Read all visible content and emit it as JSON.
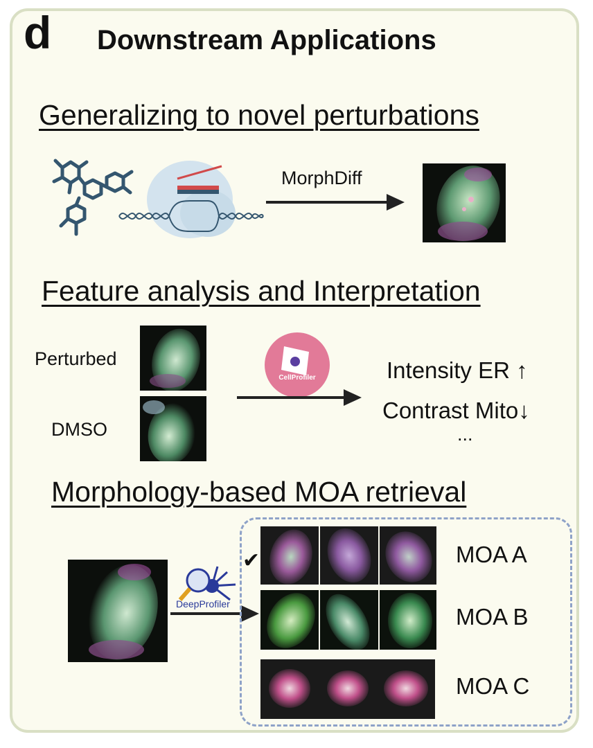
{
  "panel": {
    "letter": "d",
    "title": "Downstream Applications"
  },
  "section1": {
    "heading": "Generalizing to novel perturbations",
    "arrow_label": "MorphDiff"
  },
  "section2": {
    "heading": "Feature analysis and Interpretation",
    "row_labels": [
      "Perturbed",
      "DMSO"
    ],
    "tool_logo_text": "CellProfiler",
    "features": [
      "Intensity ER ↑",
      "Contrast Mito↓",
      "..."
    ]
  },
  "section3": {
    "heading": "Morphology-based MOA retrieval",
    "tool_logo_text": "DeepProfiler",
    "moa_labels": [
      "MOA A",
      "MOA B",
      "MOA C"
    ],
    "match_mark": "✔"
  },
  "colors": {
    "panel_bg": "#fbfbef",
    "panel_border": "#d9dfc4",
    "dashed_box": "#8ea2c8",
    "cellprofiler_logo": "#e27a98",
    "molecule_color": "#34566f",
    "crispr_guide": "#d14a4a"
  },
  "icons": [
    "molecule-icon",
    "crispr-dna-icon",
    "cellprofiler-logo-icon",
    "deepprofiler-logo-icon",
    "arrow-icon",
    "checkmark-icon"
  ]
}
